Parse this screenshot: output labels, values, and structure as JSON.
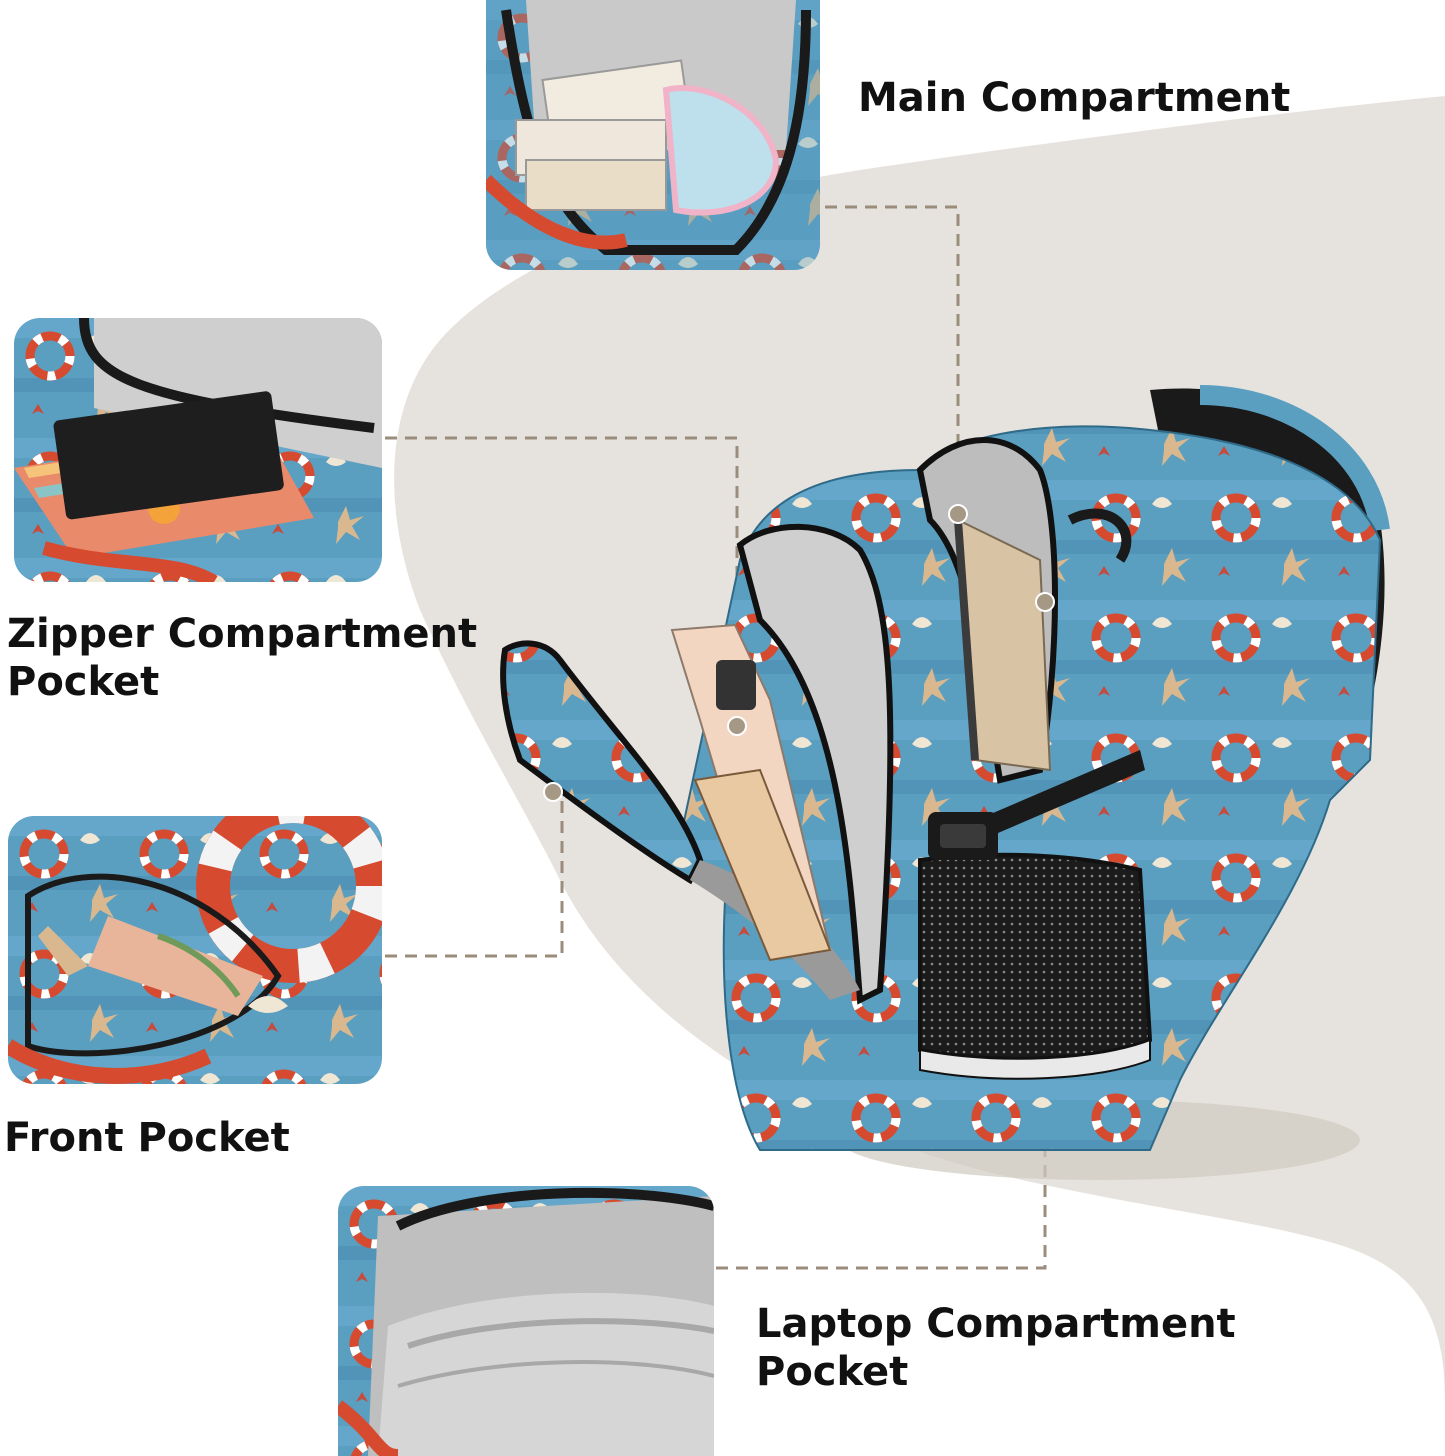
{
  "labels": {
    "main_compartment": "Main Compartment",
    "zipper_compartment": [
      "Zipper Compartment",
      "Pocket"
    ],
    "front_pocket": "Front Pocket",
    "laptop_compartment": [
      "Laptop Compartment",
      "Pocket"
    ]
  },
  "colors": {
    "backdrop_blob": "#e6e3de",
    "pattern_blue": "#5a9ec0",
    "life_ring_red": "#d64a2f",
    "leader_line": "#9a8d7c",
    "lining_gray": "#c9c9c9",
    "strap_black": "#1a1a1a"
  }
}
